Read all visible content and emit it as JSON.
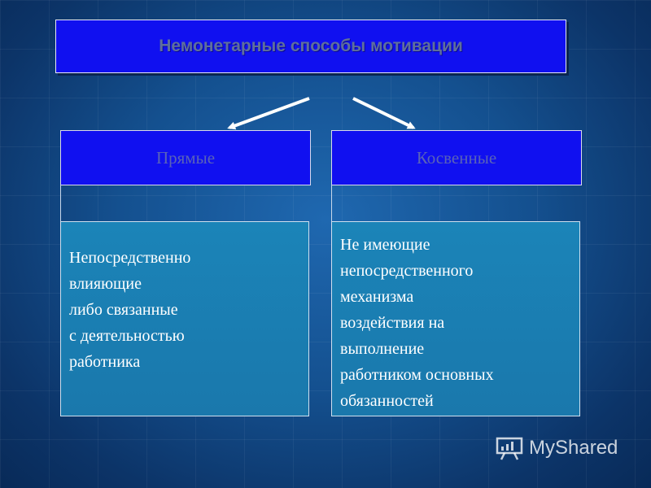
{
  "title": "Немонетарные  способы мотивации",
  "branches": [
    {
      "header": "Прямые",
      "description_lines": [
        "Непосредственно",
        "влияющие",
        "либо связанные",
        "с деятельностью",
        "работника"
      ]
    },
    {
      "header": "Косвенные",
      "description_lines": [
        "Не имеющие",
        "непосредственного",
        "механизма",
        "воздействия на",
        "выполнение",
        "работником основных",
        "обязанностей"
      ]
    }
  ],
  "watermark": {
    "text": "MyShared",
    "icon": "projector-screen-icon"
  },
  "colors": {
    "background": "#14508f",
    "header_fill": "#1010f0",
    "description_fill": "#1a7eb2",
    "arrow": "#ffffff"
  }
}
